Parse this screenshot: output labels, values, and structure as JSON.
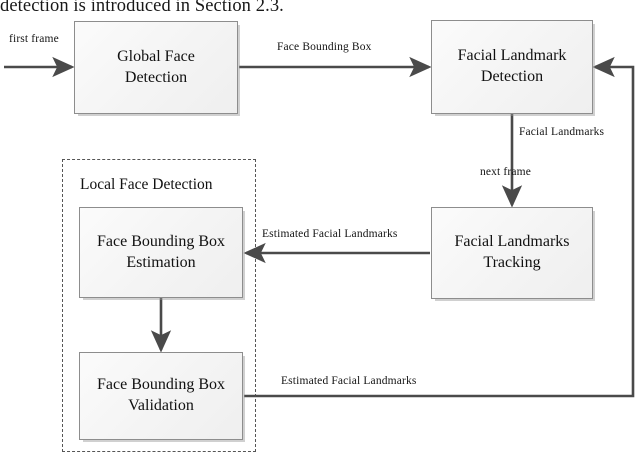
{
  "page": {
    "caption_text": "detection is introduced in Section 2.3."
  },
  "group": {
    "title": "Local Face Detection"
  },
  "nodes": [
    {
      "id": "global-face-detection",
      "line1": "Global Face",
      "line2": "Detection"
    },
    {
      "id": "facial-landmark-detection",
      "line1": "Facial Landmark",
      "line2": "Detection"
    },
    {
      "id": "face-bounding-box-estimation",
      "line1": "Face Bounding Box",
      "line2": "Estimation"
    },
    {
      "id": "facial-landmarks-tracking",
      "line1": "Facial Landmarks",
      "line2": "Tracking"
    },
    {
      "id": "face-bounding-box-validation",
      "line1": "Face Bounding Box",
      "line2": "Validation"
    }
  ],
  "edges": {
    "first_frame": "first frame",
    "face_bounding_box": "Face Bounding Box",
    "facial_landmarks": "Facial Landmarks",
    "next_frame": "next frame",
    "estimated_facial_landmarks_mid": "Estimated Facial Landmarks",
    "estimated_facial_landmarks_bottom": "Estimated Facial Landmarks"
  },
  "colors": {
    "wire": "#4a4a4a",
    "node_border": "#8d8d8d",
    "group_border": "#555555",
    "text": "#111111"
  }
}
